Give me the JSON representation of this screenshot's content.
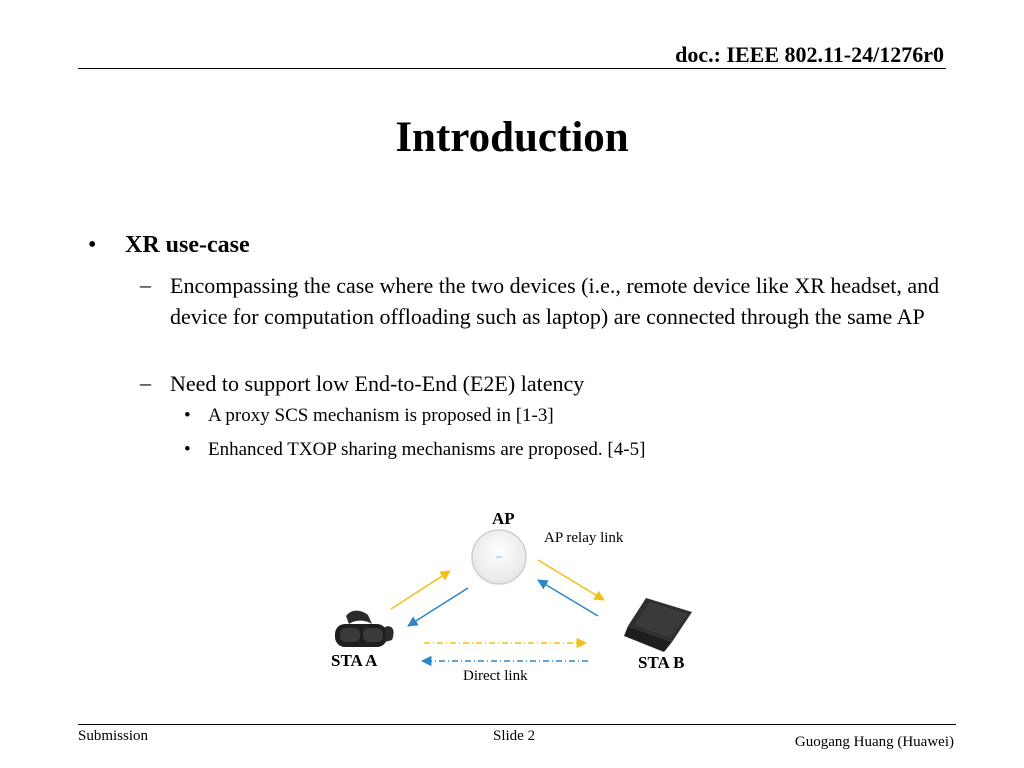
{
  "header": {
    "doc_id": "doc.: IEEE 802.11-24/1276r0"
  },
  "slide": {
    "title": "Introduction",
    "bullets": {
      "main": "XR use-case",
      "sub1": "Encompassing the case where the two devices (i.e., remote device like XR headset, and device for computation offloading such as laptop) are connected through the same AP",
      "sub2": "Need to support low End-to-End (E2E) latency",
      "sub2_items": [
        "A proxy SCS mechanism is proposed in [1-3]",
        "Enhanced TXOP sharing mechanisms are proposed. [4-5]"
      ]
    }
  },
  "diagram": {
    "ap_label": "AP",
    "ap_relay_label": "AP relay link",
    "sta_a_label": "STA A",
    "sta_b_label": "STA B",
    "direct_link_label": "Direct link",
    "colors": {
      "yellow": "#f2c012",
      "blue": "#2e86c8",
      "dark": "#2b2b2b"
    }
  },
  "footer": {
    "left": "Submission",
    "center": "Slide 2",
    "right": "Guogang Huang (Huawei)"
  }
}
